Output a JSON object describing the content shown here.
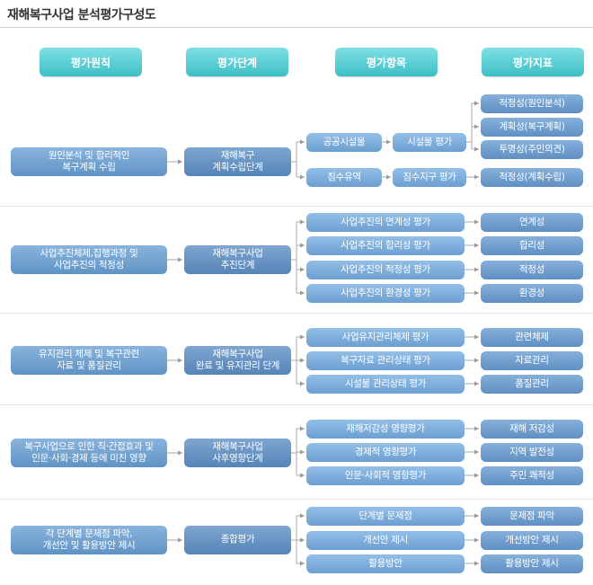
{
  "title": "재해복구사업 분석평가구성도",
  "headers": [
    "평가원칙",
    "평가단계",
    "평가항목",
    "평가지표"
  ],
  "groups": [
    {
      "principle": "원인분석 및 합리적인\n복구계획 수립",
      "stage": "재해복구\n계획수립단계",
      "items": [
        "공공시설물",
        "침수유역"
      ],
      "sub_items": [
        "시설물 평가",
        "침수지구 평가"
      ],
      "indicators": [
        "적정성(원인분석)",
        "계획성(복구계획)",
        "투명성(주민의견)",
        "적정성(계획수립)"
      ]
    },
    {
      "principle": "사업추진체제,집행과정 및\n사업추진의 적정성",
      "stage": "재해복구사업\n추진단계",
      "items": [
        "사업추진의 연계성 평가",
        "사업추진의 합리성 평가",
        "사업추진의 적정성 평가",
        "사업추진의 환경성 평가"
      ],
      "indicators": [
        "연계성",
        "합리성",
        "적정성",
        "환경성"
      ]
    },
    {
      "principle": "유지관리 체제 및 복구관련\n자료 및 품질관리",
      "stage": "재해복구사업\n완료 및 유지관리 단계",
      "items": [
        "사업유지관리체제 평가",
        "복구자료 관리상태 평가",
        "시설물 관리상태 평가"
      ],
      "indicators": [
        "관련체제",
        "자료관리",
        "품질관리"
      ]
    },
    {
      "principle": "복구사업으로 인한 직·간접효과 및\n인문·사회·경제 등에 미친 영향",
      "stage": "재해복구사업\n사후영향단계",
      "items": [
        "재해저감성 영향평가",
        "경제적  영향평가",
        "인문·사회적 영향평가"
      ],
      "indicators": [
        "재해 저감성",
        "지역 발전성",
        "주민 쾌적성"
      ]
    },
    {
      "principle": "각 단계별 문제점 파악,\n개선안 및 활용방안 제시",
      "stage": "종합평가",
      "items": [
        "단계별 문제점",
        "개선안 제시",
        "활용방안"
      ],
      "indicators": [
        "문제점 파악",
        "개선방안 제시",
        "활용방안 제시"
      ]
    }
  ]
}
